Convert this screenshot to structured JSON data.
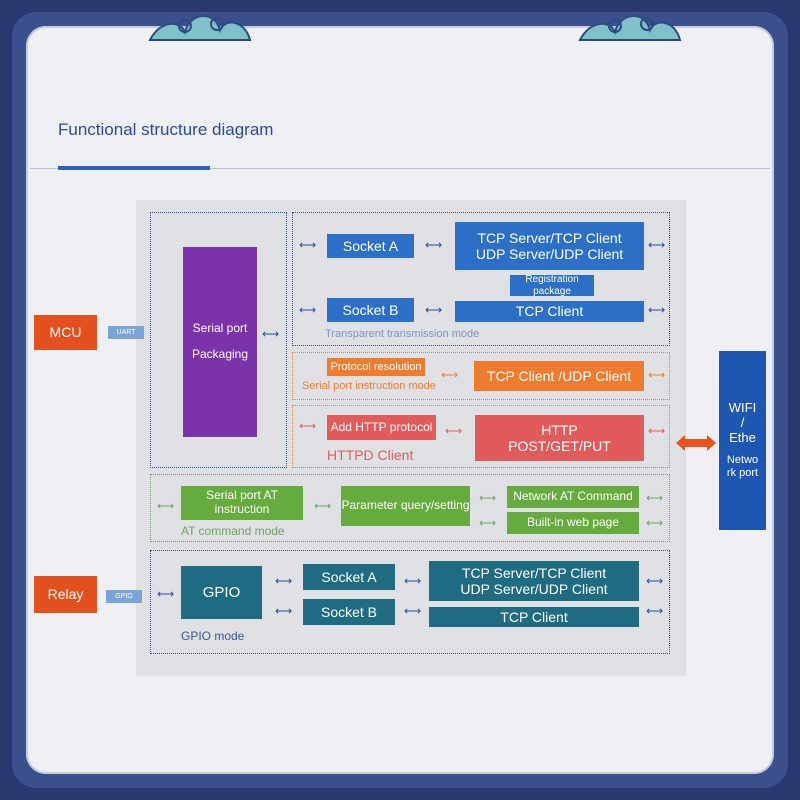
{
  "title": "Functional structure diagram",
  "left": {
    "mcu": "MCU",
    "uart": "UART",
    "relay": "Relay",
    "gpio_tag": "GPIO"
  },
  "serial": {
    "line1": "Serial port",
    "line2": "Packaging"
  },
  "transparent": {
    "socket_a": "Socket A",
    "socket_b": "Socket B",
    "server_l1": "TCP Server/TCP Client",
    "server_l2": "UDP Server/UDP Client",
    "registration": "Registration package",
    "tcp_client": "TCP Client",
    "mode": "Transparent transmission mode"
  },
  "instruction": {
    "protocol": "Protocol resolution",
    "client": "TCP Client /UDP Client",
    "mode": "Serial port instruction mode"
  },
  "httpd": {
    "add_http": "Add HTTP protocol",
    "http_l1": "HTTP",
    "http_l2": "POST/GET/PUT",
    "mode": "HTTPD Client"
  },
  "at": {
    "serial_at": "Serial port AT instruction",
    "param": "Parameter query/setting",
    "network_at": "Network AT Command",
    "web": "Built-in web page",
    "mode": "AT command mode"
  },
  "gpio": {
    "gpio": "GPIO",
    "socket_a": "Socket A",
    "socket_b": "Socket B",
    "server_l1": "TCP Server/TCP Client",
    "server_l2": "UDP Server/UDP Client",
    "tcp_client": "TCP Client",
    "mode": "GPIO mode"
  },
  "wifi": {
    "l1": "WIFI",
    "l2": "/",
    "l3": "Ethe",
    "l4": "Netwo",
    "l5": "rk port"
  },
  "colors": {
    "blue": "#2c6fc7",
    "purple": "#7a33a8",
    "orange": "#ef7c2e",
    "red": "#e25b5b",
    "green": "#66ab3e",
    "teal": "#1f6b82",
    "side": "#e25020"
  }
}
